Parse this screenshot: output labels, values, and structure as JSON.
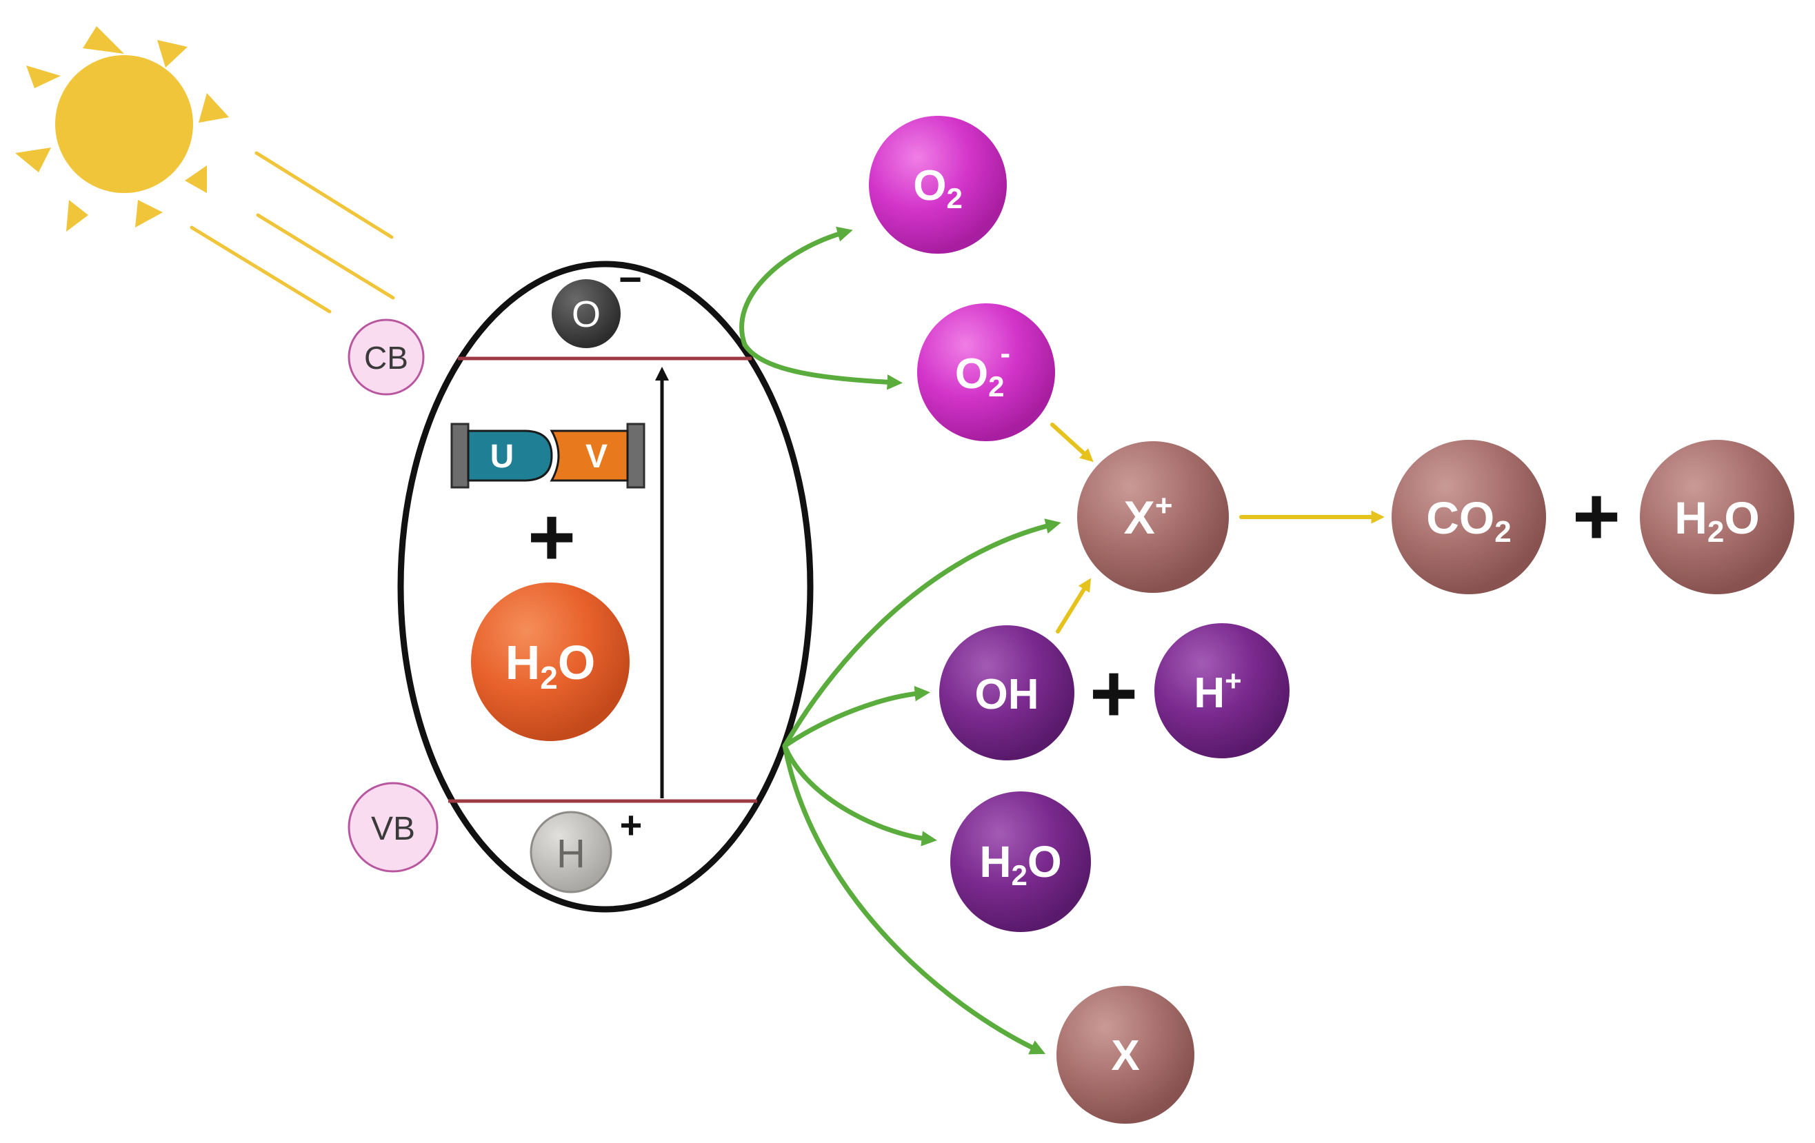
{
  "colors": {
    "sun": "#f0c53a",
    "green_arrow": "#5aac3c",
    "yellow_arrow": "#e6c21c",
    "magenta": "#d234c9",
    "purple": "#7a2a8e",
    "brown": "#a9716e",
    "orange": "#e8622c",
    "band_line": "#9e3a44",
    "pink_badge": "#f9dcef"
  },
  "bands": {
    "cb": "CB",
    "vb": "VB"
  },
  "electron": {
    "symbol": "O",
    "charge": "−"
  },
  "hole": {
    "symbol": "H",
    "charge": "+"
  },
  "uv_lamp": {
    "u": "U",
    "v": "V"
  },
  "inner_plus": "+",
  "water_inside": {
    "main": "H",
    "sub": "2",
    "tail": "O"
  },
  "species": {
    "o2": {
      "main": "O",
      "sub": "2"
    },
    "superoxide": {
      "main": "O",
      "sub": "2",
      "sup": "-"
    },
    "x_plus": {
      "main": "X",
      "sup": "+"
    },
    "co2": {
      "main": "CO",
      "sub": "2"
    },
    "h2o_product": {
      "main": "H",
      "sub": "2",
      "tail": "O"
    },
    "oh": {
      "main": "OH"
    },
    "h_plus": {
      "main": "H",
      "sup": "+"
    },
    "h2o_purple": {
      "main": "H",
      "sub": "2",
      "tail": "O"
    },
    "x": {
      "main": "X"
    }
  },
  "plus_signs": {
    "product_plus": "+",
    "oh_plus": "+"
  }
}
